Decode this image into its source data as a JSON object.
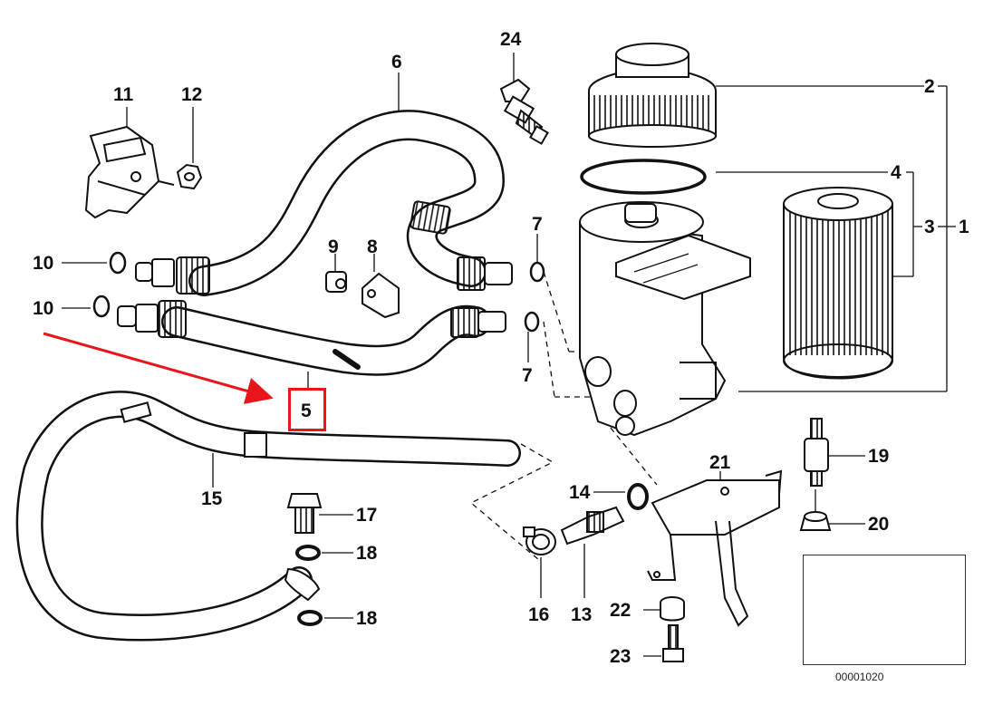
{
  "parts": {
    "p1": "1",
    "p2": "2",
    "p3": "3",
    "p4": "4",
    "p5": "5",
    "p6": "6",
    "p7a": "7",
    "p7b": "7",
    "p8": "8",
    "p9": "9",
    "p10a": "10",
    "p10b": "10",
    "p11": "11",
    "p12": "12",
    "p13": "13",
    "p14": "14",
    "p15": "15",
    "p16": "16",
    "p17": "17",
    "p18a": "18",
    "p18b": "18",
    "p19": "19",
    "p20": "20",
    "p21": "21",
    "p22": "22",
    "p23": "23",
    "p24": "24"
  },
  "highlight": {
    "part": "5",
    "color": "#e8161b"
  },
  "inset": {
    "code": "00001020"
  },
  "colors": {
    "line": "#111111",
    "accent": "#e8161b",
    "paper": "#ffffff"
  }
}
